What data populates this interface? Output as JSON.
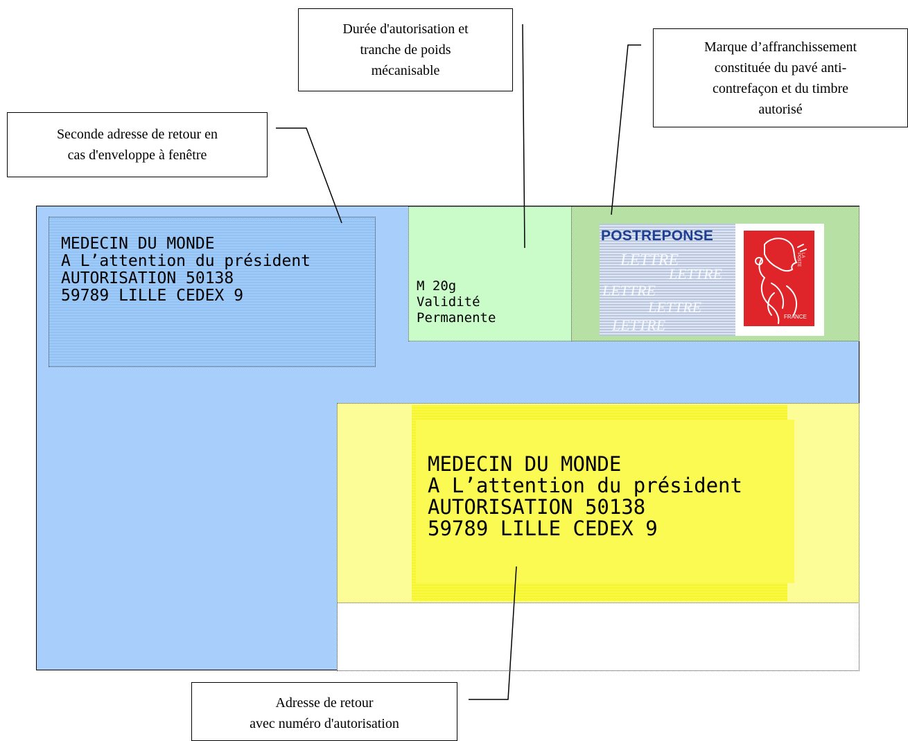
{
  "callouts": {
    "duree": "Durée d'autorisation et\ntranche de poids\nmécanisable",
    "marque": "Marque d’affranchissement\nconstituée du pavé anti-\ncontrefaçon et du timbre\nautorisé",
    "seconde": "Seconde adresse de retour en\ncas d'enveloppe à fenêtre",
    "adresse": "Adresse de retour\navec numéro d'autorisation"
  },
  "envelope": {
    "window_address": "MEDECIN DU MONDE\nA L’attention du président\nAUTORISATION 50138\n59789 LILLE CEDEX 9",
    "weight_block": "M 20g\nValidité\nPermanente",
    "main_address": "MEDECIN DU MONDE\nA L’attention du président\nAUTORISATION 50138\n59789 LILLE CEDEX 9",
    "postreponse_label": "POSTREPONSE",
    "stamp_country": "FRANCE",
    "stamp_side_text": "LA POSTE",
    "watermark_word": "LETTRE"
  },
  "colors": {
    "envelope_bg": "#a8cefc",
    "window_bg": "#8ec0f4",
    "weight_bg": "#c9fcc9",
    "marque_bg": "#b6e0a4",
    "yellow_outer": "#fdfd98",
    "yellow_inner": "#fafa52",
    "stamp_red": "#e0252a",
    "postreponse_blue": "#1f3f92"
  }
}
